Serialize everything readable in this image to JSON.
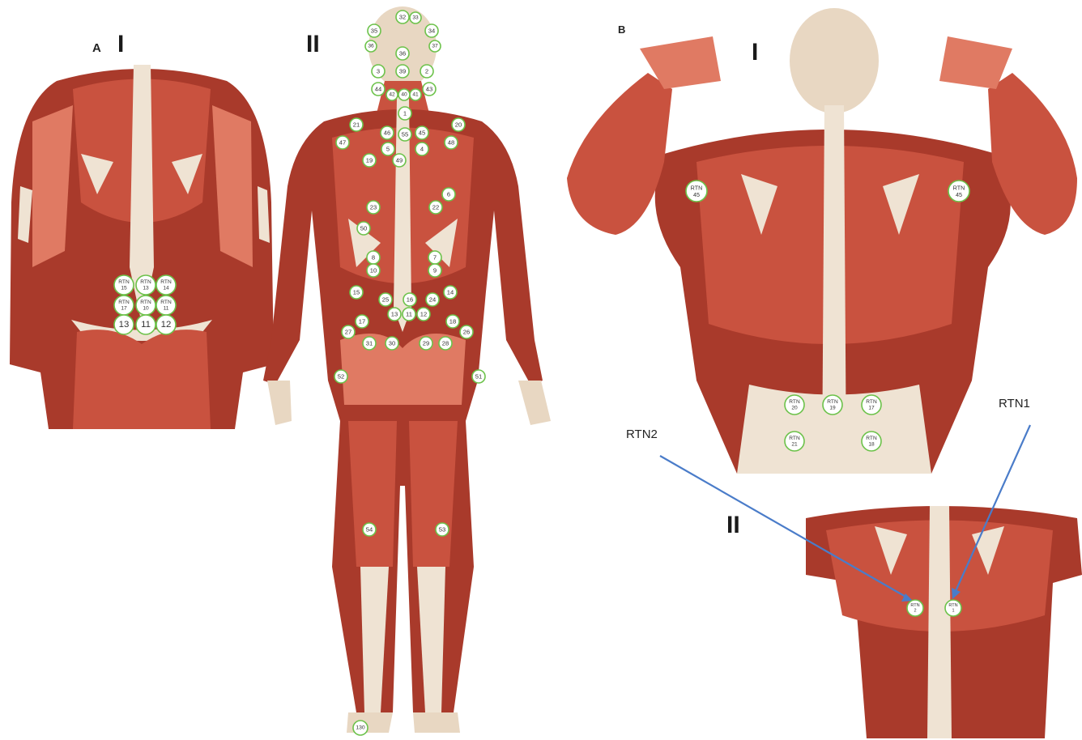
{
  "panel_a": {
    "letter": "A",
    "sub_i": "I",
    "sub_ii": "II"
  },
  "panel_b": {
    "letter": "B",
    "sub_i": "I",
    "sub_ii": "II"
  },
  "arrows": {
    "rtn1": "RTN1",
    "rtn2": "RTN2"
  },
  "colors": {
    "muscle": "#c9523f",
    "tendon": "#efe3d3",
    "marker_ring": "#6cc24a",
    "arrow": "#4a7cc9"
  },
  "points": {
    "a1": [
      {
        "id": "a1-15",
        "lines": [
          "RTN",
          "15"
        ]
      },
      {
        "id": "a1-13r",
        "lines": [
          "RTN",
          "13"
        ]
      },
      {
        "id": "a1-14",
        "lines": [
          "RTN",
          "14"
        ]
      },
      {
        "id": "a1-17",
        "lines": [
          "RTN",
          "17"
        ]
      },
      {
        "id": "a1-10",
        "lines": [
          "RTN",
          "10"
        ]
      },
      {
        "id": "a1-11r",
        "lines": [
          "RTN",
          "11"
        ]
      },
      {
        "id": "a1-13",
        "lines": [
          "13"
        ]
      },
      {
        "id": "a1-11",
        "lines": [
          "11"
        ]
      },
      {
        "id": "a1-12",
        "lines": [
          "12"
        ]
      }
    ],
    "a2": [
      "32",
      "33",
      "35",
      "34",
      "36",
      "36",
      "37",
      "3",
      "39",
      "2",
      "44",
      "42",
      "40",
      "41",
      "43",
      "1",
      "21",
      "20",
      "46",
      "55",
      "45",
      "47",
      "5",
      "4",
      "48",
      "19",
      "49",
      "6",
      "23",
      "22",
      "50",
      "8",
      "7",
      "10",
      "9",
      "15",
      "25",
      "16",
      "24",
      "14",
      "13",
      "11",
      "12",
      "17",
      "18",
      "27",
      "26",
      "31",
      "30",
      "29",
      "28",
      "52",
      "51",
      "54",
      "53",
      "130"
    ],
    "b1": [
      {
        "id": "b1-45l",
        "lines": [
          "RTN",
          "45"
        ]
      },
      {
        "id": "b1-45r",
        "lines": [
          "RTN",
          "45"
        ]
      },
      {
        "id": "b1-20",
        "lines": [
          "RTN",
          "20"
        ]
      },
      {
        "id": "b1-19",
        "lines": [
          "RTN",
          "19"
        ]
      },
      {
        "id": "b1-17",
        "lines": [
          "RTN",
          "17"
        ]
      },
      {
        "id": "b1-21",
        "lines": [
          "RTN",
          "21"
        ]
      },
      {
        "id": "b1-18",
        "lines": [
          "RTN",
          "18"
        ]
      }
    ],
    "b2": [
      {
        "id": "b2-2",
        "lines": [
          "RTN",
          "2"
        ]
      },
      {
        "id": "b2-1",
        "lines": [
          "RTN",
          "1"
        ]
      }
    ]
  }
}
